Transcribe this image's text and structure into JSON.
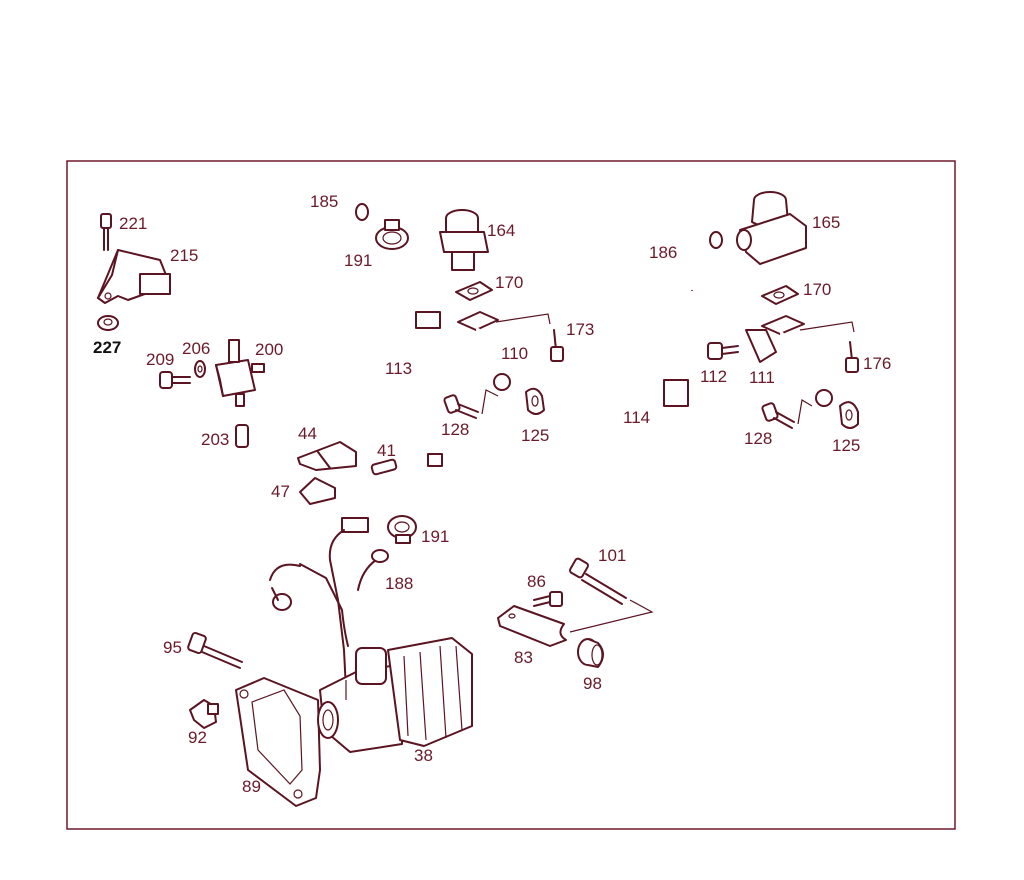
{
  "colors": {
    "line": "#5a1422",
    "label": "#6b1a2a",
    "highlight": "#111111"
  },
  "labels": {
    "p221": "221",
    "p215": "215",
    "p227": "227",
    "p209": "209",
    "p206": "206",
    "p200": "200",
    "p203": "203",
    "p44": "44",
    "p41": "41",
    "p47": "47",
    "p185": "185",
    "p191a": "191",
    "p113": "113",
    "p164": "164",
    "p170a": "170",
    "p173": "173",
    "p110": "110",
    "p128a": "128",
    "p125a": "125",
    "p191b": "191",
    "p188": "188",
    "p186": "186",
    "p165": "165",
    "p170b": "170",
    "p114": "114",
    "p112": "112",
    "p111": "111",
    "p176": "176",
    "p128b": "128",
    "p125b": "125",
    "p101": "101",
    "p86": "86",
    "p83": "83",
    "p98": "98",
    "p95": "95",
    "p92": "92",
    "p89": "89",
    "p38": "38"
  }
}
